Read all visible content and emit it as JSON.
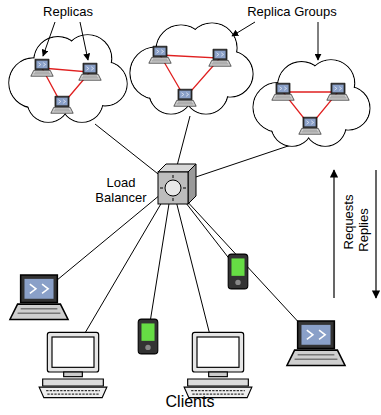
{
  "diagram": {
    "nodes": [
      {
        "text": [
          "Load Balancer"
        ]
      }
    ],
    "edges": [],
    "labels": [
      "Replicas",
      "Replica Groups",
      "Requests",
      "Replies",
      "Clients"
    ]
  }
}
